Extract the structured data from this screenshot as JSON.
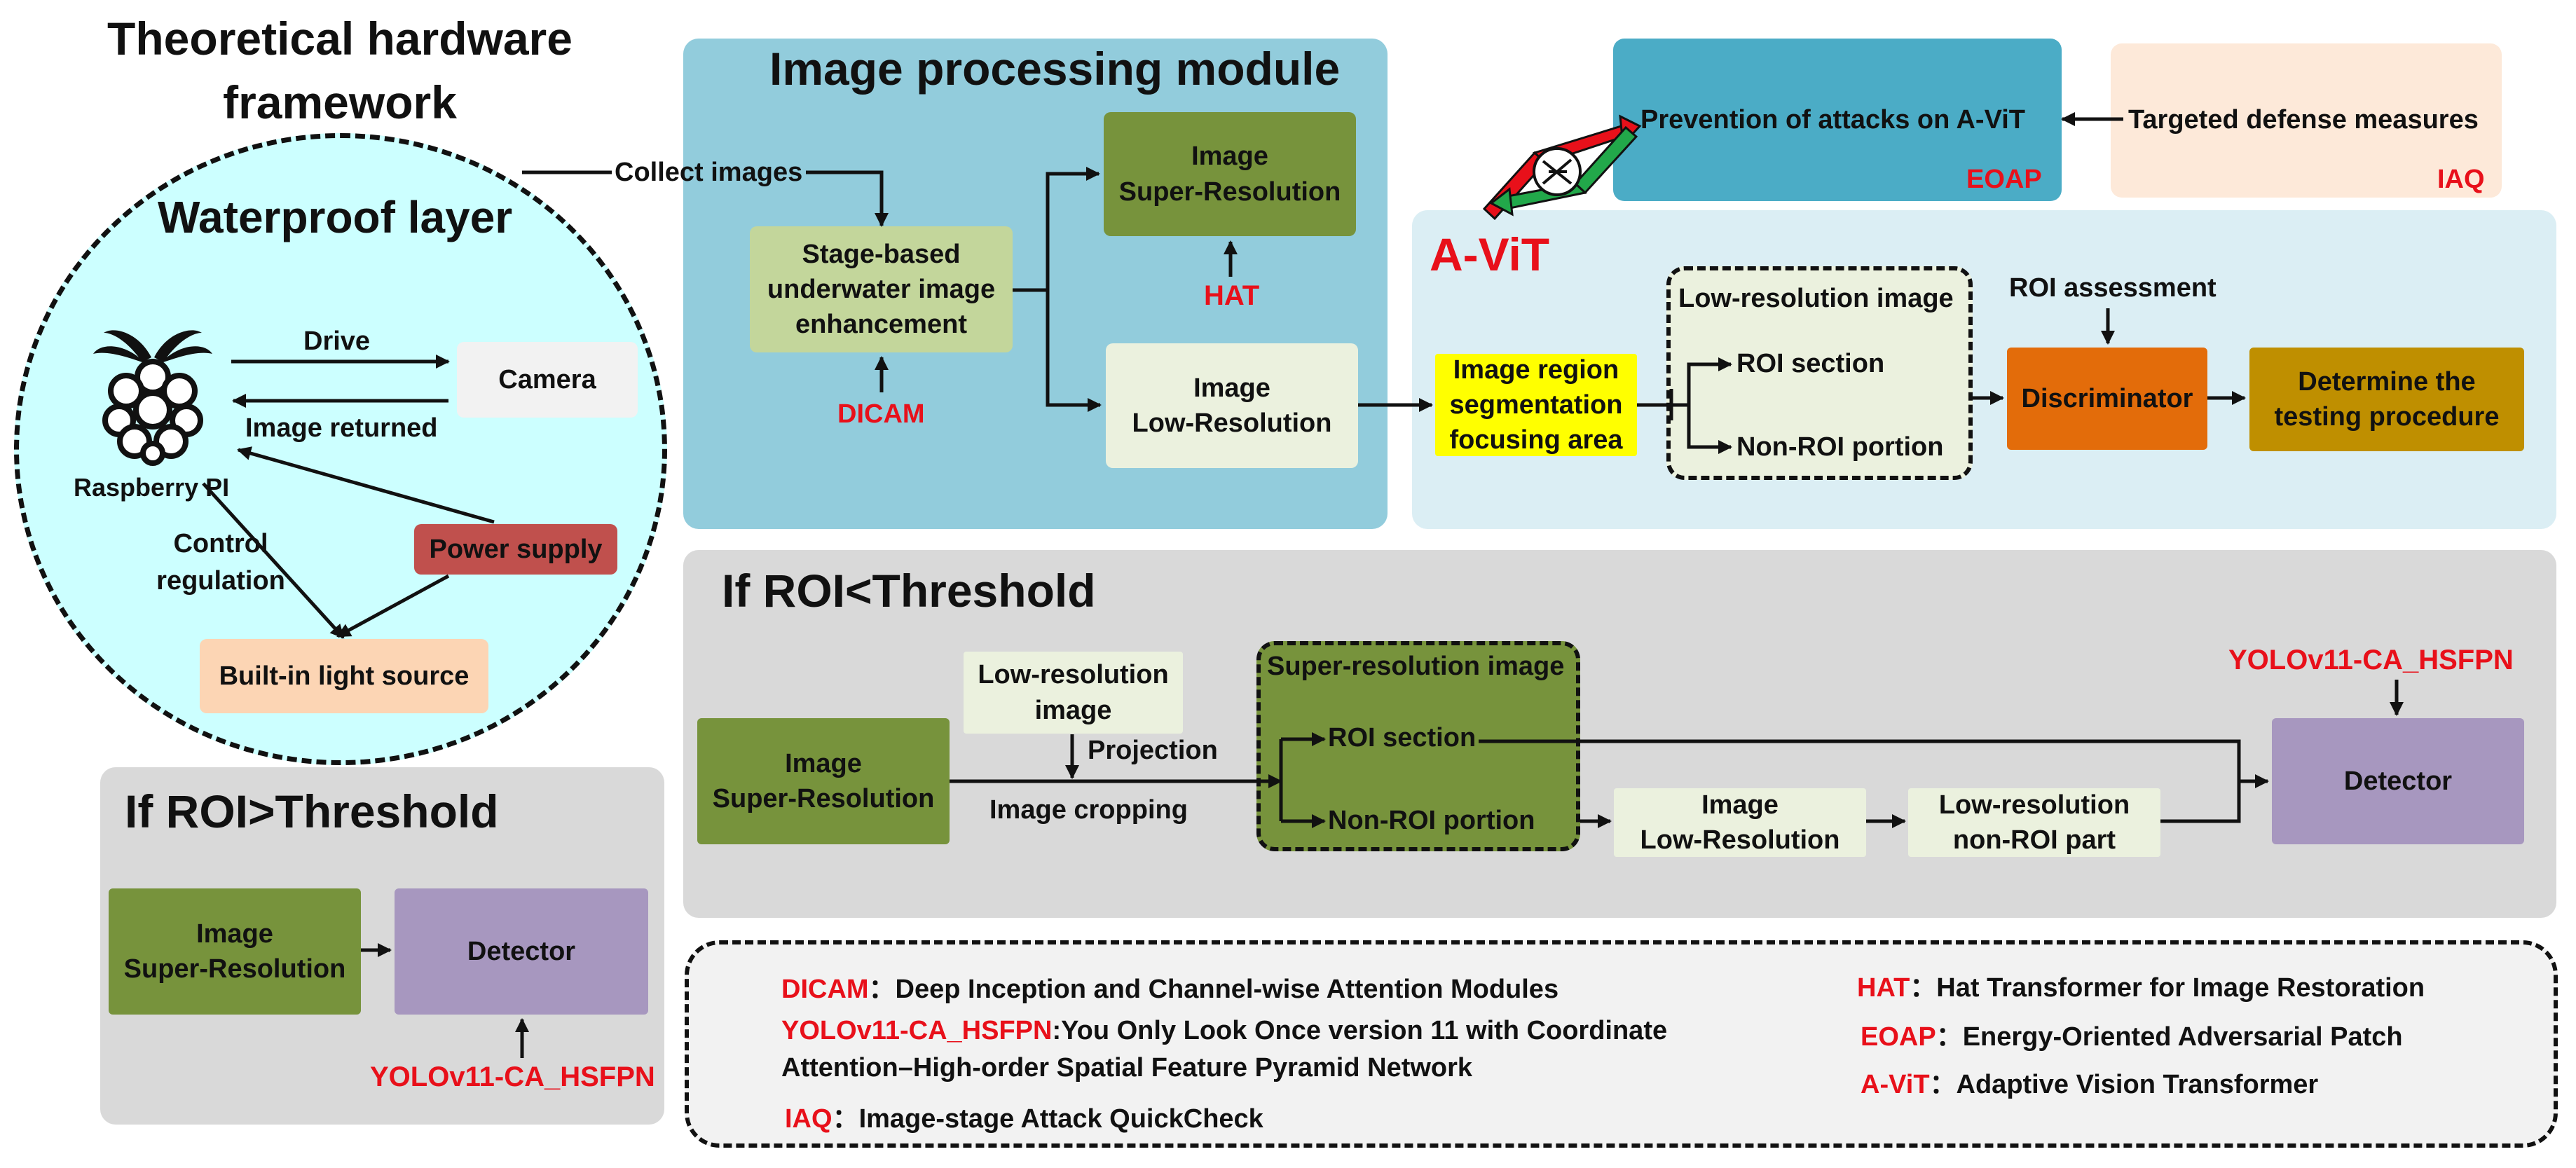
{
  "colors": {
    "red_label": "#e8101a",
    "panel_blue": "#92ccdc",
    "panel_light_blue": "#dbeef4",
    "panel_gray": "#d9d9d9",
    "circle_fill": "#ccffff",
    "sr_green": "#77933c",
    "pale_green": "#c3d69b",
    "pale_box": "#ebf1de",
    "detector_purple": "#a797bf",
    "eoap_teal": "#4bacc6",
    "iaq_peach": "#fde9d9",
    "yellow": "#ffff00",
    "orange": "#e36c0a",
    "gold": "#bf8f00",
    "power_red": "#c0504d",
    "light_peach": "#fcd5b4"
  },
  "hardware": {
    "title": "Theoretical hardware\nframework",
    "waterproof_label": "Waterproof layer",
    "collect_label": "Collect images",
    "drive_label": "Drive",
    "camera_label": "Camera",
    "image_returned_label": "Image returned",
    "raspberry_label": "Raspberry PI",
    "control_label": "Control\nregulation",
    "power_label": "Power supply",
    "light_label": "Built-in light source"
  },
  "ipm": {
    "title": "Image processing module",
    "stage_label": "Stage-based\nunderwater image\nenhancement",
    "dicam_label": "DICAM",
    "sr_label": "Image\nSuper-Resolution",
    "hat_label": "HAT",
    "lr_label": "Image\nLow-Resolution"
  },
  "attack": {
    "prevention_label": "Prevention of attacks on A-ViT",
    "eoap_label": "EOAP",
    "targeted_label": "Targeted defense measures",
    "iaq_label": "IAQ"
  },
  "avit": {
    "title": "A-ViT",
    "segmentation_label": "Image region\nsegmentation\nfocusing area",
    "lowres_title": "Low-resolution image",
    "roi_label": "ROI section",
    "nonroi_label": "Non-ROI portion",
    "roi_assessment_label": "ROI assessment",
    "discriminator_label": "Discriminator",
    "testing_label": "Determine the\ntesting procedure"
  },
  "roi_less": {
    "title": "If ROI<Threshold",
    "sr_label": "Image\nSuper-Resolution",
    "lowres_label": "Low-resolution\nimage",
    "projection_label": "Projection",
    "cropping_label": "Image cropping",
    "sr_image_title": "Super-resolution image",
    "roi_label": "ROI section",
    "nonroi_label": "Non-ROI portion",
    "img_lr_label": "Image\nLow-Resolution",
    "lr_nonroi_label": "Low-resolution\nnon-ROI part",
    "yolo_label": "YOLOv11-CA_HSFPN",
    "detector_label": "Detector"
  },
  "roi_greater": {
    "title": "If ROI>Threshold",
    "sr_label": "Image\nSuper-Resolution",
    "detector_label": "Detector",
    "yolo_label": "YOLOv11-CA_HSFPN"
  },
  "legend": {
    "dicam_term": "DICAM",
    "dicam_def": "：Deep Inception and Channel-wise Attention Modules",
    "yolo_term": "YOLOv11-CA_HSFPN",
    "yolo_def": ":You Only Look Once version 11 with Coordinate",
    "yolo_def2": "Attention–High-order Spatial Feature Pyramid Network",
    "iaq_term": "IAQ",
    "iaq_def": "：Image-stage Attack QuickCheck",
    "hat_term": "HAT",
    "hat_def": "：Hat Transformer for Image Restoration",
    "eoap_term": "EOAP",
    "eoap_def": "：Energy-Oriented Adversarial Patch",
    "avit_term": "A-ViT",
    "avit_def": "：Adaptive Vision Transformer"
  }
}
